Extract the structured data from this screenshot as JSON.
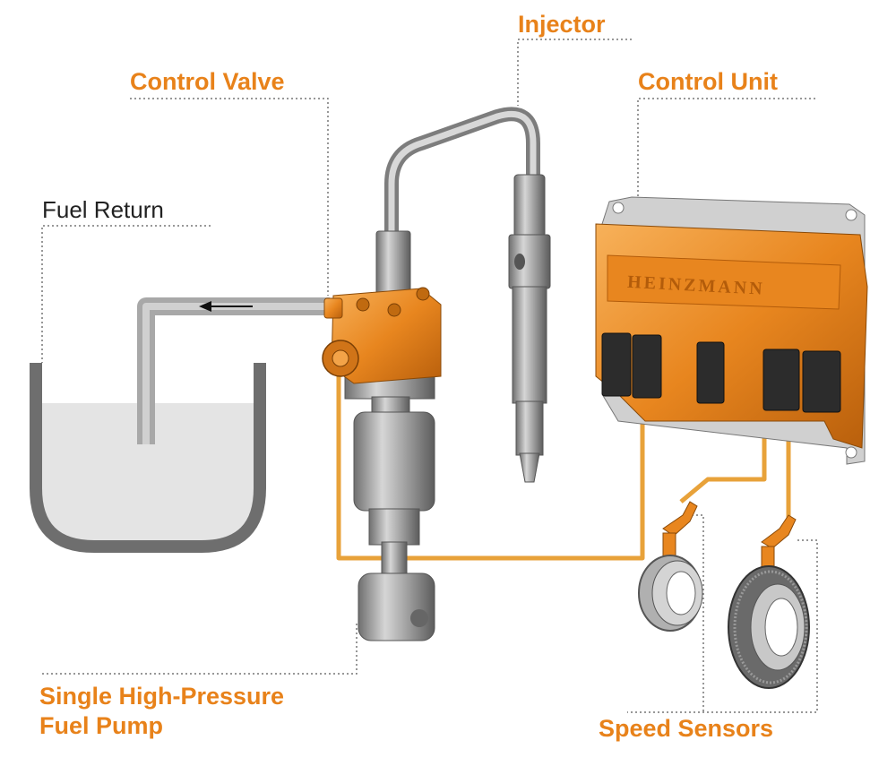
{
  "labels": {
    "injector": "Injector",
    "control_valve": "Control Valve",
    "control_unit": "Control Unit",
    "fuel_return": "Fuel Return",
    "pump_line1": "Single High-Pressure",
    "pump_line2": "Fuel Pump",
    "speed_sensors": "Speed Sensors"
  },
  "ecu_brand": "HEINZMANN",
  "colors": {
    "accent": "#e8821a",
    "wire": "#e8a23a",
    "tank": "#6e6e6e",
    "fuel": "#e4e4e4",
    "steel": "#9a9a9a"
  }
}
